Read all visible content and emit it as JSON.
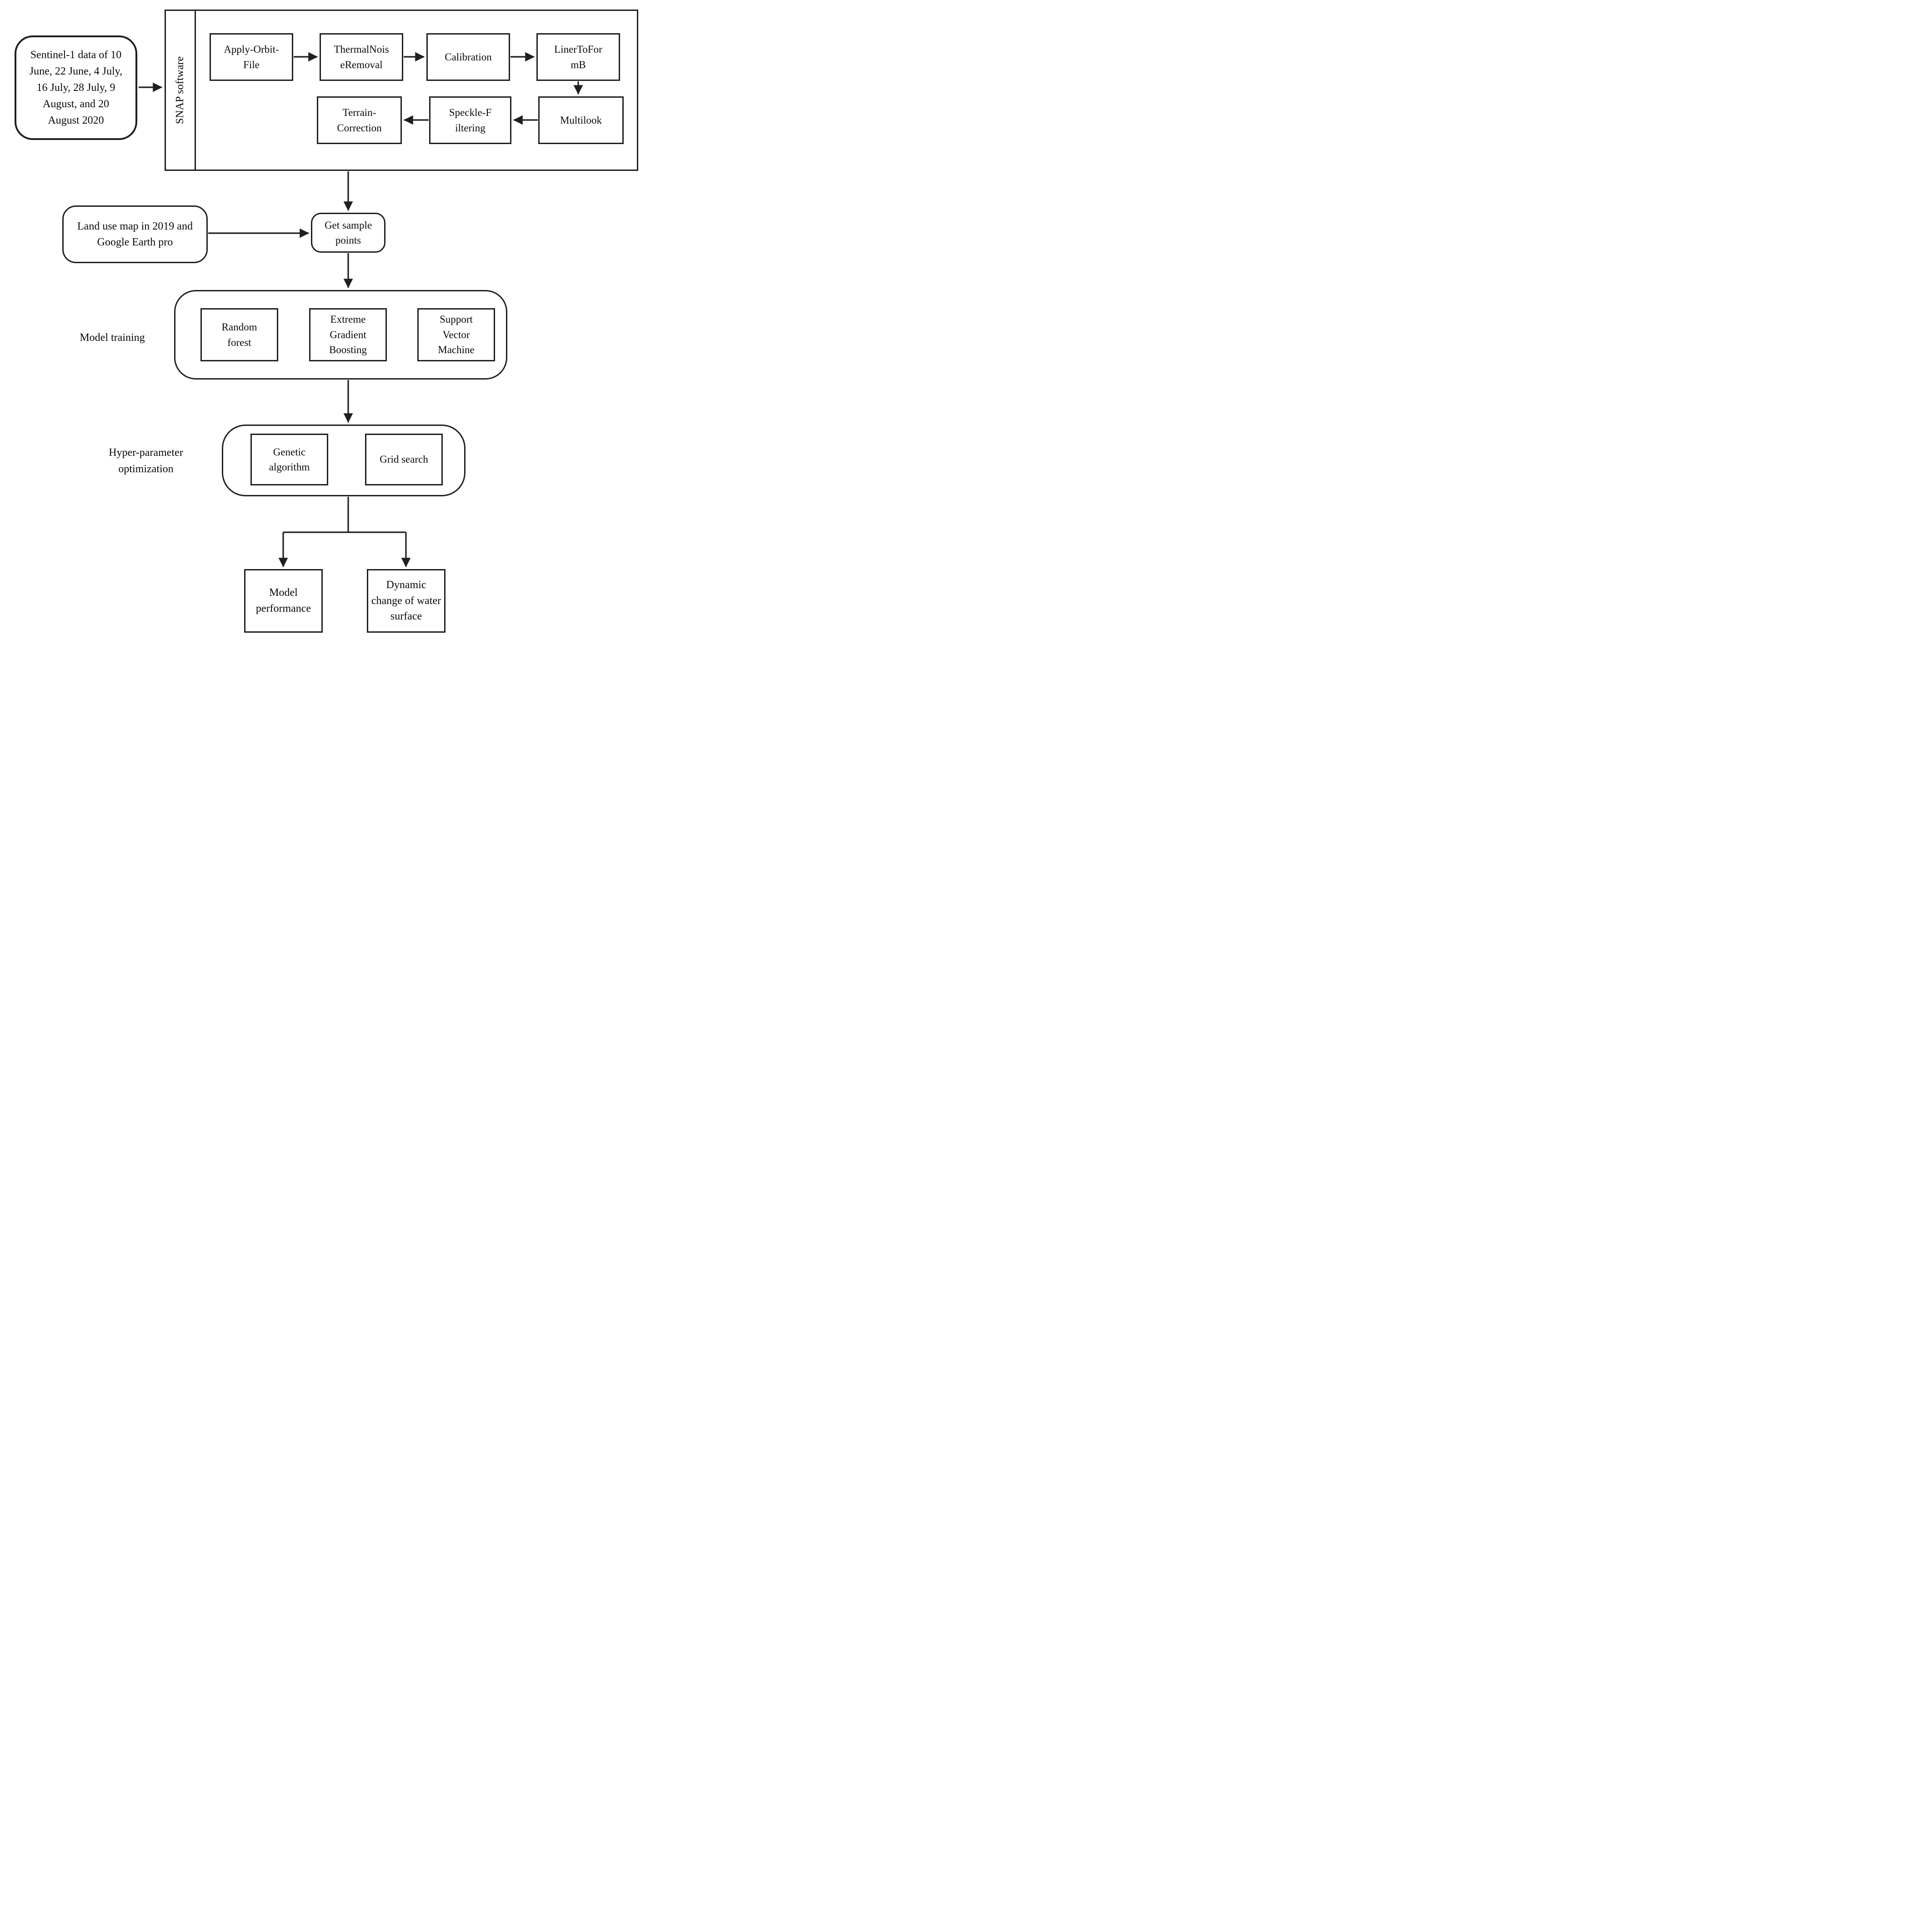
{
  "flow": {
    "sentinel": "Sentinel-1 data of 10\nJune, 22 June, 4 July,\n16 July, 28 July, 9\nAugust, and 20\nAugust 2020",
    "snap_label": "SNAP software",
    "apply_orbit": "Apply-Orbit-\nFile",
    "thermal": "ThermalNois\neRemoval",
    "calibration": "Calibration",
    "liner_to_formb": "LinerToFor\nmB",
    "multilook": "Multilook",
    "speckle": "Speckle-F\niltering",
    "terrain": "Terrain-\nCorrection",
    "land_use": "Land use map in 2019 and\nGoogle Earth pro",
    "get_samples": "Get sample\npoints",
    "model_training_label": "Model training",
    "random_forest": "Random\nforest",
    "xgboost": "Extreme\nGradient\nBoosting",
    "svm": "Support\nVector\nMachine",
    "hyper_label": "Hyper-parameter\noptimization",
    "genetic": "Genetic\nalgorithm",
    "grid_search": "Grid search",
    "model_performance": "Model\nperformance",
    "dynamic_change": "Dynamic\nchange of water\nsurface"
  },
  "colors": {
    "stroke": "#1f1f1f",
    "background": "#ffffff"
  }
}
